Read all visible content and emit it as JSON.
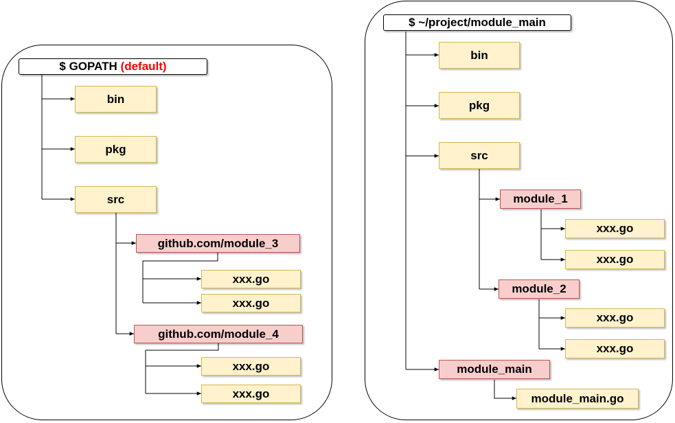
{
  "left_tree": {
    "root_label": "$ GOPATH",
    "root_highlight": "(default)",
    "bin": "bin",
    "pkg": "pkg",
    "src": "src",
    "module_3": "github.com/module_3",
    "m3_file_1": "xxx.go",
    "m3_file_2": "xxx.go",
    "module_4": "github.com/module_4",
    "m4_file_1": "xxx.go",
    "m4_file_2": "xxx.go"
  },
  "right_tree": {
    "root_label": "$ ~/project/module_main",
    "bin": "bin",
    "pkg": "pkg",
    "src": "src",
    "module_1": "module_1",
    "m1_file_1": "xxx.go",
    "m1_file_2": "xxx.go",
    "module_2": "module_2",
    "m2_file_1": "xxx.go",
    "m2_file_2": "xxx.go",
    "module_main": "module_main",
    "module_main_file": "module_main.go"
  },
  "colors": {
    "folder_fill": "#fff2cc",
    "folder_border": "#d6b656",
    "module_fill": "#f8cecc",
    "module_border": "#b85450",
    "highlight_text": "#ff0000"
  }
}
